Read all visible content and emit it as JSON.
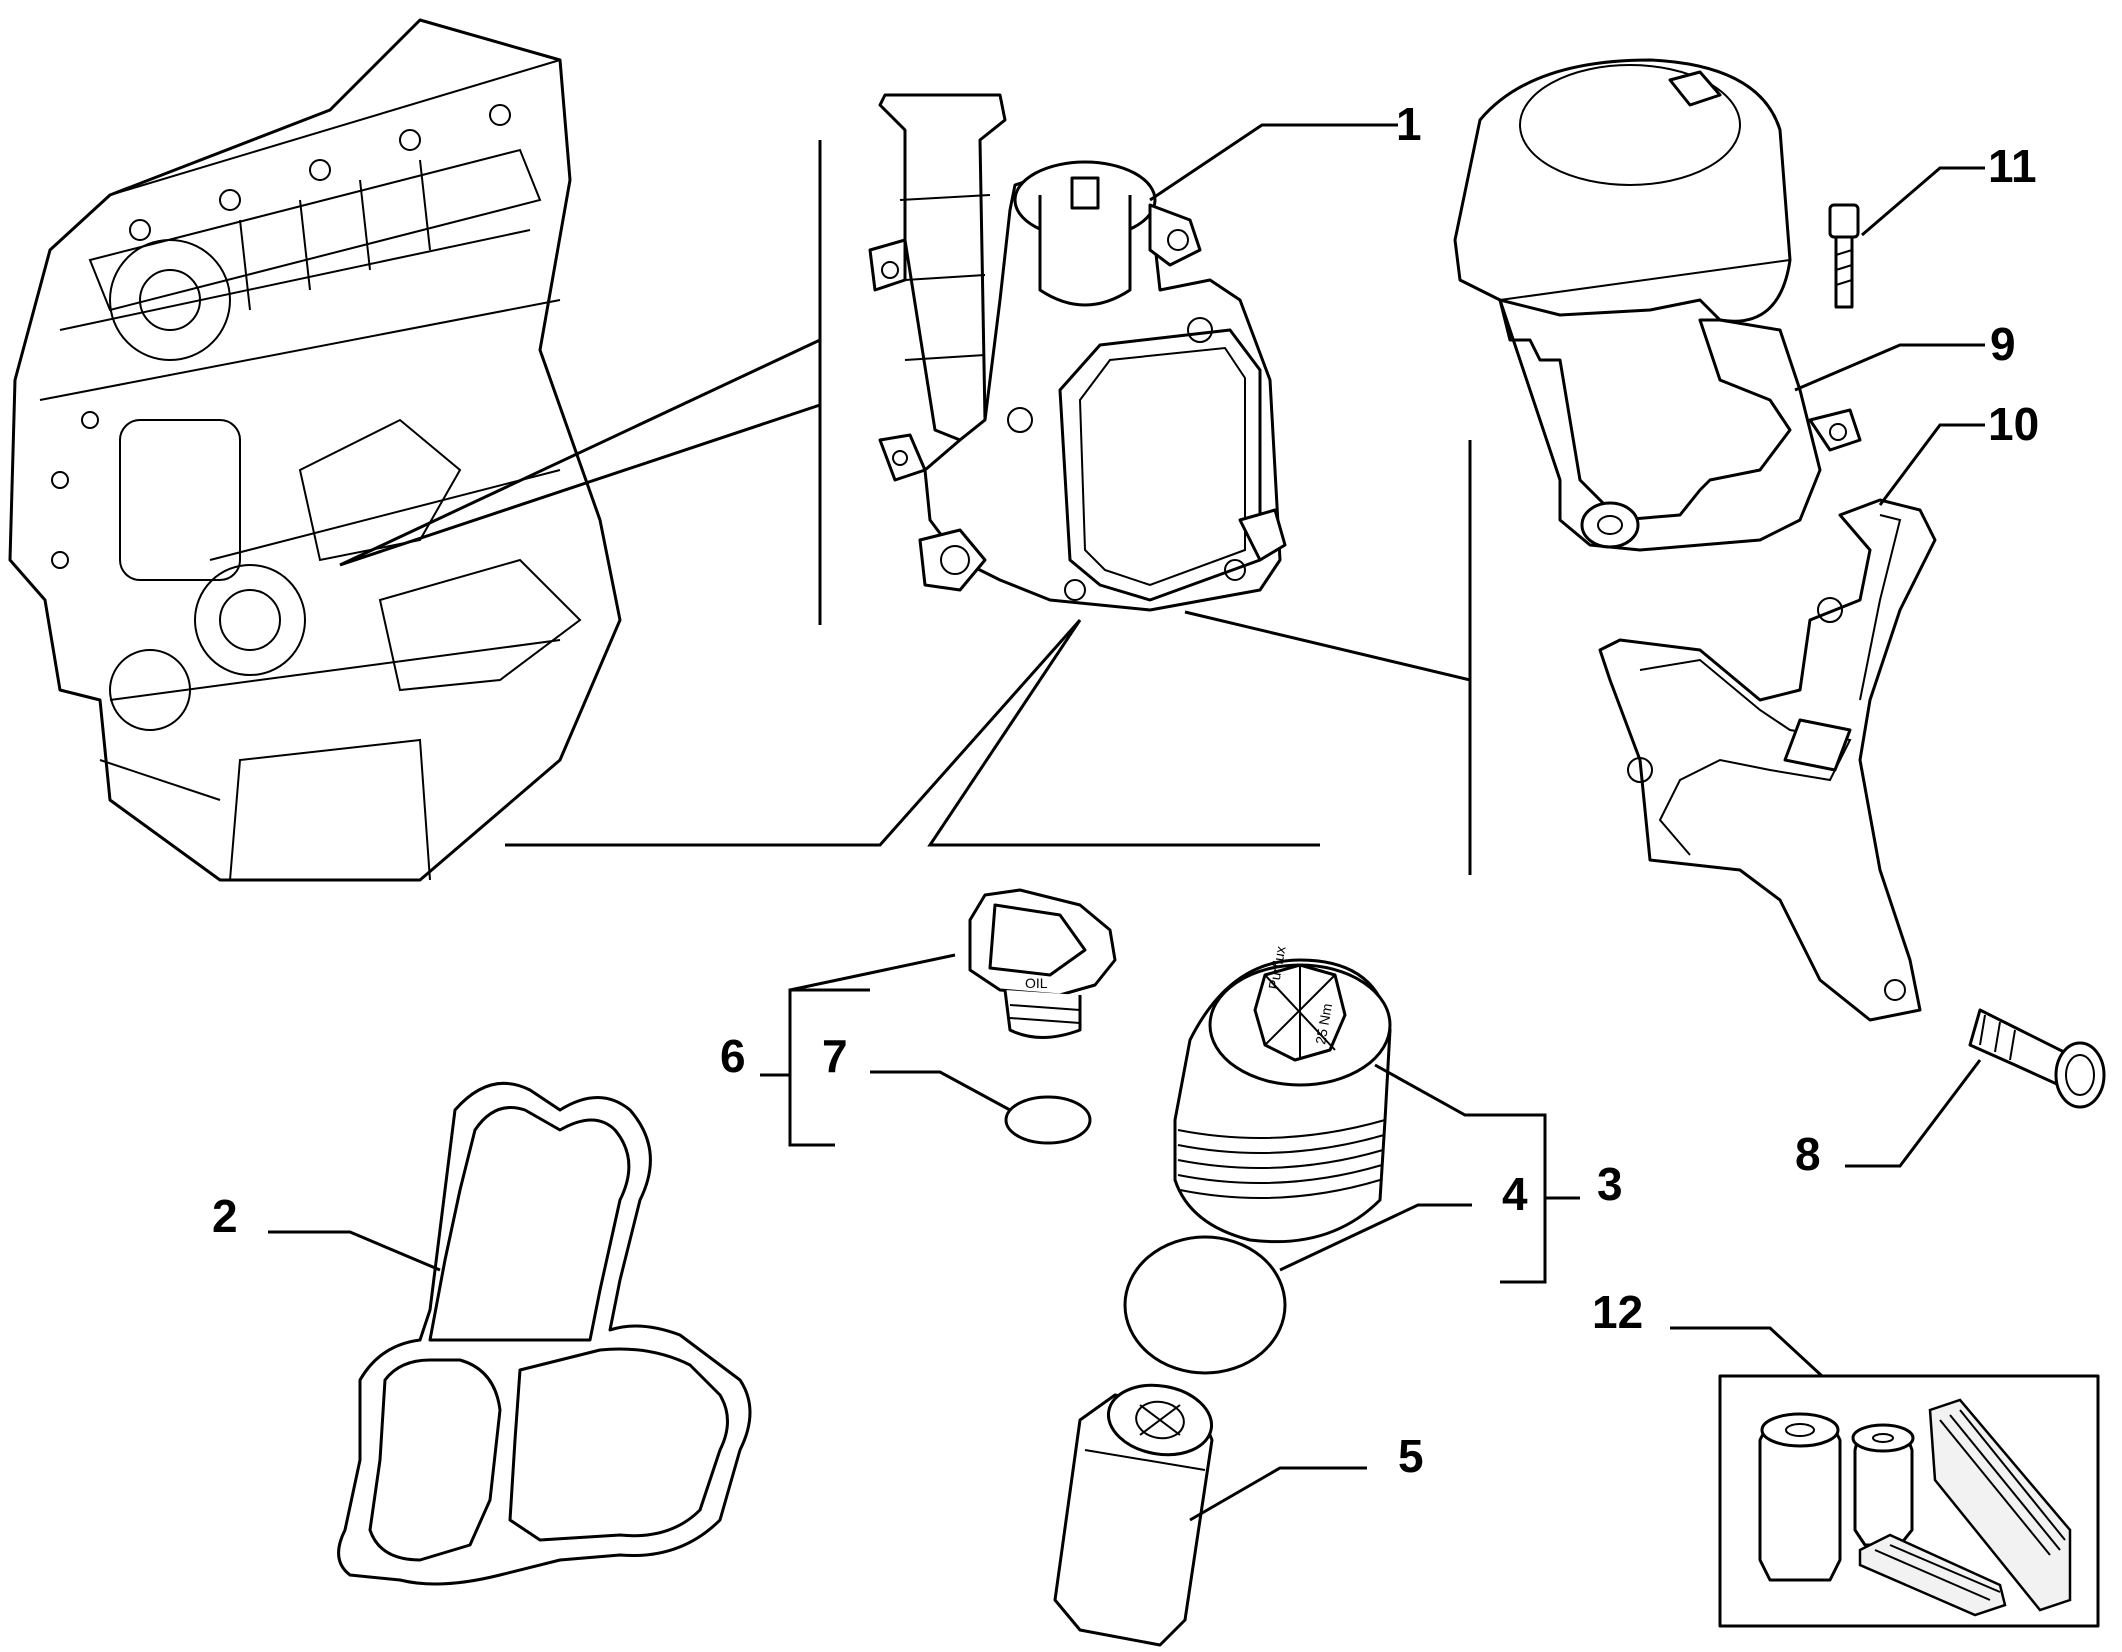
{
  "callouts": {
    "c1": "1",
    "c2": "2",
    "c3": "3",
    "c4": "4",
    "c5": "5",
    "c6": "6",
    "c7": "7",
    "c8": "8",
    "c9": "9",
    "c10": "10",
    "c11": "11",
    "c12": "12"
  },
  "part_markings": {
    "oil_cap": "OIL",
    "filter_housing_brand": "Purflux",
    "filter_housing_torque": "25 Nm"
  }
}
